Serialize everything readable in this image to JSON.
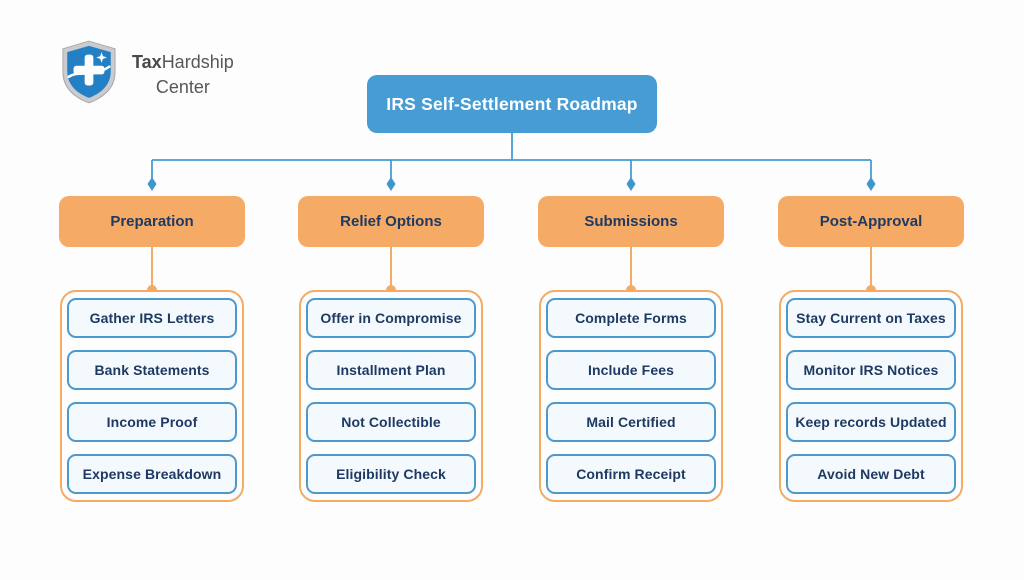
{
  "logo": {
    "brand_bold": "Tax",
    "brand_rest": "Hardship",
    "line2": "Center"
  },
  "title": "IRS Self-Settlement Roadmap",
  "colors": {
    "blue": "#479CD3",
    "orange": "#F5AA66",
    "navy": "#1E3A62",
    "item-border": "#4C99CB",
    "item-bg": "#F3F9FC",
    "bg": "#FDFDFD",
    "shield-blue": "#2380C4"
  },
  "columns": [
    {
      "label": "Preparation",
      "items": [
        "Gather IRS Letters",
        "Bank Statements",
        "Income Proof",
        "Expense Breakdown"
      ]
    },
    {
      "label": "Relief Options",
      "items": [
        "Offer in Compromise",
        "Installment Plan",
        "Not Collectible",
        "Eligibility Check"
      ]
    },
    {
      "label": "Submissions",
      "items": [
        "Complete Forms",
        "Include Fees",
        "Mail Certified",
        "Confirm Receipt"
      ]
    },
    {
      "label": "Post-Approval",
      "items": [
        "Stay Current on Taxes",
        "Monitor IRS Notices",
        "Keep records Updated",
        "Avoid New Debt"
      ]
    }
  ]
}
